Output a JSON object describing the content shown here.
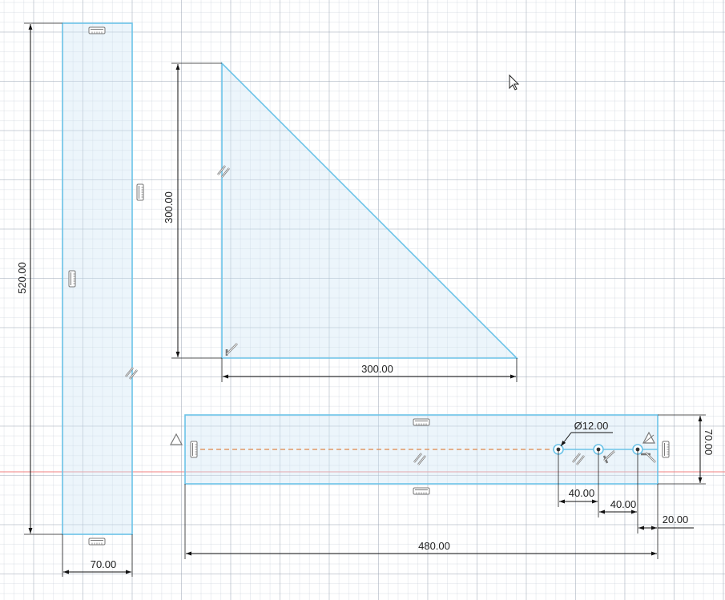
{
  "sketch": {
    "dimensions": {
      "left_bar_height": "520.00",
      "left_bar_width": "70.00",
      "triangle_height": "300.00",
      "triangle_width": "300.00",
      "bottom_bar_height": "70.00",
      "bottom_bar_length": "480.00",
      "hole_diameter": "Ø12.00",
      "hole_spacing_1": "40.00",
      "hole_spacing_2": "40.00",
      "edge_offset": "20.00"
    },
    "colors": {
      "profile_line": "#6cc3e8",
      "profile_fill": "#cde4f4",
      "construction_line": "#e0884a",
      "axis_line": "#f08080",
      "grid": "#c8ced6"
    },
    "icons": [
      "horizontal-constraint-icon",
      "vertical-constraint-icon",
      "parallel-constraint-icon",
      "perpendicular-constraint-icon",
      "fix-constraint-icon",
      "cursor-icon"
    ]
  }
}
